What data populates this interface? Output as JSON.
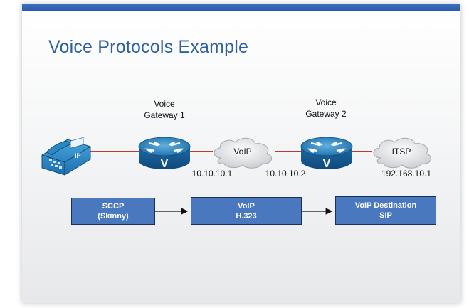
{
  "slide": {
    "title": "Voice Protocols Example"
  },
  "devices": {
    "phone_label": "IP",
    "gateway1": {
      "title_line1": "Voice",
      "title_line2": "Gateway 1",
      "glyph": "V"
    },
    "gateway2": {
      "title_line1": "Voice",
      "title_line2": "Gateway 2",
      "glyph": "V"
    },
    "cloud_voip": "VoIP",
    "cloud_itsp": "ITSP"
  },
  "addresses": {
    "a1": "10.10.10.1",
    "a2": "10.10.10.2",
    "a3": "192.168.10.1"
  },
  "protocol_boxes": [
    {
      "line1": "SCCP",
      "line2": "(Skinny)"
    },
    {
      "line1": "VoIP",
      "line2": "H.323"
    },
    {
      "line1": "VoIP Destination",
      "line2": "SIP"
    }
  ],
  "colors": {
    "accent": "#2f5f9e",
    "router": "#2a7fb6",
    "link": "#c0392b",
    "protocol_box": "#4a78bf"
  }
}
